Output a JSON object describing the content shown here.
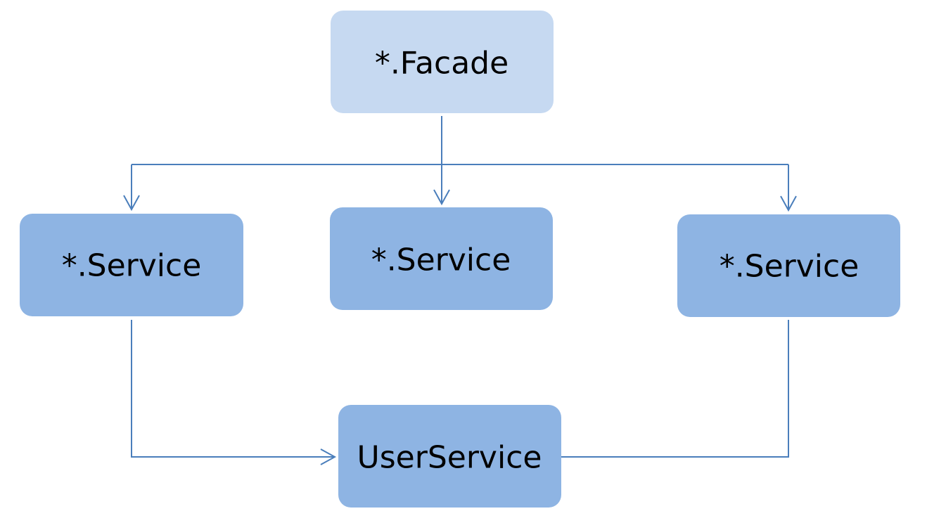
{
  "colors": {
    "facade_fill": "#c6d9f1",
    "service_fill": "#8eb4e3",
    "connector": "#4a7ebb"
  },
  "nodes": {
    "facade": {
      "label": "*.Facade"
    },
    "service_left": {
      "label": "*.Service"
    },
    "service_center": {
      "label": "*.Service"
    },
    "service_right": {
      "label": "*.Service"
    },
    "user_service": {
      "label": "UserService"
    }
  },
  "edges": [
    {
      "from": "facade",
      "to": "service_left"
    },
    {
      "from": "facade",
      "to": "service_center"
    },
    {
      "from": "facade",
      "to": "service_right"
    },
    {
      "from": "service_left",
      "to": "user_service"
    },
    {
      "from": "service_right",
      "to": "user_service"
    }
  ]
}
